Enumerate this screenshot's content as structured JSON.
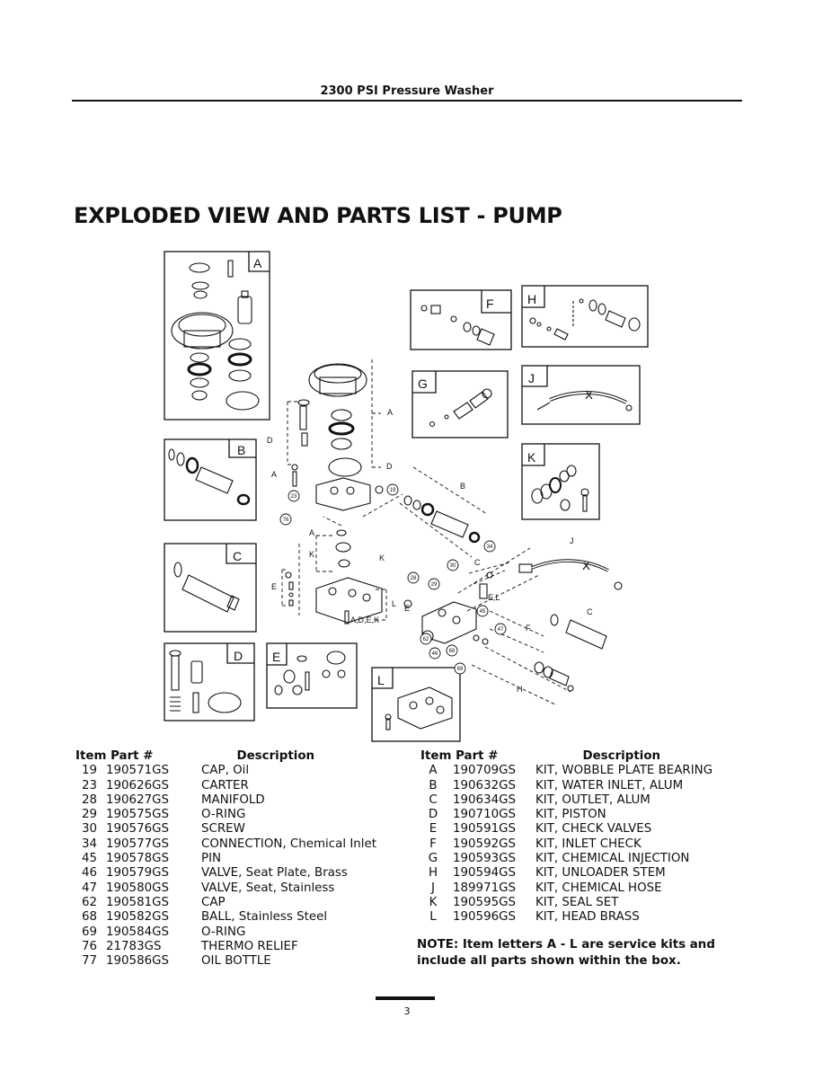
{
  "header": {
    "title": "2300 PSI Pressure Washer"
  },
  "section_title": "EXPLODED VIEW AND PARTS LIST - PUMP",
  "diagram": {
    "kit_box_labels": [
      "A",
      "B",
      "C",
      "D",
      "E",
      "F",
      "G",
      "H",
      "J",
      "K",
      "L"
    ],
    "callouts": [
      "A",
      "D",
      "A",
      "D",
      "A",
      "K",
      "K",
      "E",
      "L",
      "A,D,E,K",
      "B",
      "C",
      "E",
      "E,L",
      "F",
      "C",
      "J",
      "H"
    ],
    "circle_numbers": [
      "23",
      "19",
      "76",
      "34",
      "30",
      "28",
      "29",
      "45",
      "47",
      "62",
      "46",
      "68",
      "69"
    ]
  },
  "parts_left": {
    "header": {
      "item_part": "Item Part #",
      "description": "Description"
    },
    "rows": [
      {
        "item": "19",
        "part": "190571GS",
        "desc": "CAP, Oil"
      },
      {
        "item": "23",
        "part": "190626GS",
        "desc": "CARTER"
      },
      {
        "item": "28",
        "part": "190627GS",
        "desc": "MANIFOLD"
      },
      {
        "item": "29",
        "part": "190575GS",
        "desc": "O-RING"
      },
      {
        "item": "30",
        "part": "190576GS",
        "desc": "SCREW"
      },
      {
        "item": "34",
        "part": "190577GS",
        "desc": "CONNECTION, Chemical Inlet"
      },
      {
        "item": "45",
        "part": "190578GS",
        "desc": "PIN"
      },
      {
        "item": "46",
        "part": "190579GS",
        "desc": "VALVE, Seat Plate, Brass"
      },
      {
        "item": "47",
        "part": "190580GS",
        "desc": "VALVE, Seat, Stainless"
      },
      {
        "item": "62",
        "part": "190581GS",
        "desc": "CAP"
      },
      {
        "item": "68",
        "part": "190582GS",
        "desc": "BALL, Stainless Steel"
      },
      {
        "item": "69",
        "part": "190584GS",
        "desc": "O-RING"
      },
      {
        "item": "76",
        "part": "21783GS",
        "desc": "THERMO RELIEF"
      },
      {
        "item": "77",
        "part": "190586GS",
        "desc": "OIL BOTTLE"
      }
    ]
  },
  "parts_right": {
    "header": {
      "item_part": "Item Part #",
      "description": "Description"
    },
    "rows": [
      {
        "item": "A",
        "part": "190709GS",
        "desc": "KIT, WOBBLE PLATE BEARING"
      },
      {
        "item": "B",
        "part": "190632GS",
        "desc": "KIT, WATER INLET, ALUM"
      },
      {
        "item": "C",
        "part": "190634GS",
        "desc": "KIT, OUTLET, ALUM"
      },
      {
        "item": "D",
        "part": "190710GS",
        "desc": "KIT, PISTON"
      },
      {
        "item": "E",
        "part": "190591GS",
        "desc": "KIT, CHECK VALVES"
      },
      {
        "item": "F",
        "part": "190592GS",
        "desc": "KIT, INLET CHECK"
      },
      {
        "item": "G",
        "part": "190593GS",
        "desc": "KIT, CHEMICAL INJECTION"
      },
      {
        "item": "H",
        "part": "190594GS",
        "desc": "KIT, UNLOADER STEM"
      },
      {
        "item": "J",
        "part": "189971GS",
        "desc": "KIT, CHEMICAL HOSE"
      },
      {
        "item": "K",
        "part": "190595GS",
        "desc": "KIT, SEAL SET"
      },
      {
        "item": "L",
        "part": "190596GS",
        "desc": "KIT, HEAD BRASS"
      }
    ]
  },
  "note": "NOTE: Item letters A - L are service kits and include all parts shown within the box.",
  "page_number": "3"
}
